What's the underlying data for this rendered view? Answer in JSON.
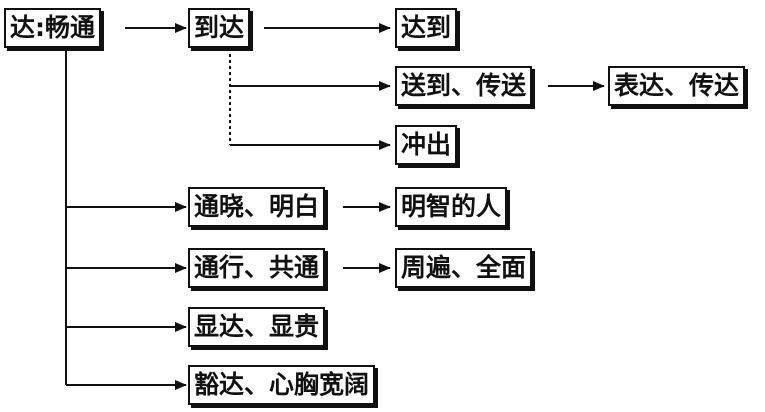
{
  "diagram": {
    "root": "达:畅通",
    "branch_daoda": {
      "label": "到达",
      "children": [
        "达到",
        "送到、传送",
        "冲出"
      ],
      "grandchild": "表达、传达"
    },
    "branch_tongxiao": {
      "label": "通晓、明白",
      "child": "明智的人"
    },
    "branch_tongxing": {
      "label": "通行、共通",
      "child": "周遍、全面"
    },
    "branch_xianda": {
      "label": "显达、显贵"
    },
    "branch_huoda": {
      "label": "豁达、心胸宽阔"
    }
  }
}
